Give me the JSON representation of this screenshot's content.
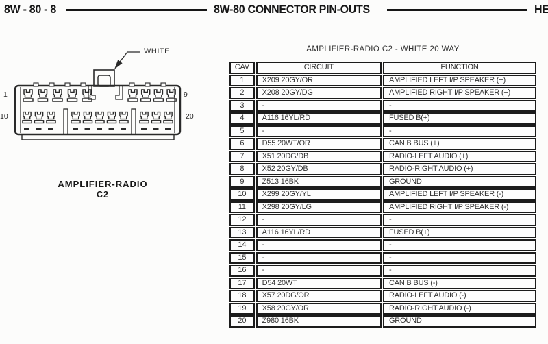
{
  "page_header": {
    "left": "8W - 80 - 8",
    "center": "8W-80 CONNECTOR PIN-OUTS",
    "right": "HE"
  },
  "connector": {
    "color_label": "WHITE",
    "caption_line1": "AMPLIFIER-RADIO",
    "caption_line2": "C2",
    "pin_labels": {
      "top_left": "1",
      "top_right": "9",
      "bottom_left": "10",
      "bottom_right": "20"
    },
    "top_row_groups": [
      5,
      4
    ],
    "bottom_row_groups": [
      3,
      5,
      3
    ]
  },
  "table": {
    "title": "AMPLIFIER-RADIO C2 - WHITE 20 WAY",
    "columns": [
      "CAV",
      "CIRCUIT",
      "FUNCTION"
    ],
    "rows": [
      [
        "1",
        "X209 20GY/OR",
        "AMPLIFIED LEFT I/P SPEAKER (+)"
      ],
      [
        "2",
        "X208 20GY/DG",
        "AMPLIFIED RIGHT I/P SPEAKER (+)"
      ],
      [
        "3",
        "-",
        "-"
      ],
      [
        "4",
        "A116 16YL/RD",
        "FUSED B(+)"
      ],
      [
        "5",
        "-",
        "-"
      ],
      [
        "6",
        "D55 20WT/OR",
        "CAN B BUS (+)"
      ],
      [
        "7",
        "X51 20DG/DB",
        "RADIO-LEFT AUDIO (+)"
      ],
      [
        "8",
        "X52 20GY/DB",
        "RADIO-RIGHT AUDIO (+)"
      ],
      [
        "9",
        "Z513 16BK",
        "GROUND"
      ],
      [
        "10",
        "X299 20GY/YL",
        "AMPLIFIED LEFT I/P SPEAKER (-)"
      ],
      [
        "11",
        "X298 20GY/LG",
        "AMPLIFIED RIGHT I/P SPEAKER (-)"
      ],
      [
        "12",
        "-",
        "-"
      ],
      [
        "13",
        "A116 16YL/RD",
        "FUSED B(+)"
      ],
      [
        "14",
        "-",
        "-"
      ],
      [
        "15",
        "-",
        "-"
      ],
      [
        "16",
        "-",
        "-"
      ],
      [
        "17",
        "D54 20WT",
        "CAN B BUS (-)"
      ],
      [
        "18",
        "X57 20DG/OR",
        "RADIO-LEFT AUDIO (-)"
      ],
      [
        "19",
        "X58 20GY/OR",
        "RADIO-RIGHT AUDIO (-)"
      ],
      [
        "20",
        "Z980 16BK",
        "GROUND"
      ]
    ]
  },
  "colors": {
    "ink": "#1c1c1c",
    "paper": "#fcfcfb"
  }
}
